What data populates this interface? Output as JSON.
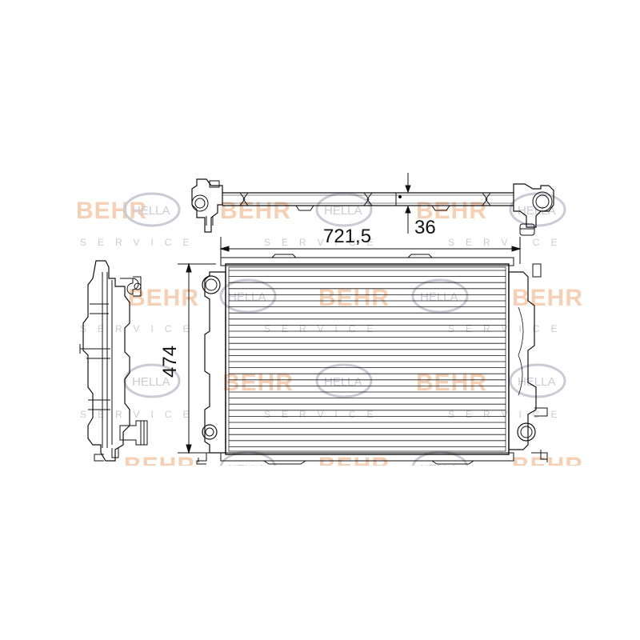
{
  "dimensions": {
    "width": "721,5",
    "height": "474",
    "depth": "36"
  },
  "watermark": {
    "brand_behr": "BEHR",
    "brand_hella": "HELLA",
    "service": "SERVICE",
    "color_behr": "#f6d0b4",
    "color_hella": "#c9ccd6"
  },
  "views": [
    "top-view",
    "side-view",
    "front-view"
  ]
}
